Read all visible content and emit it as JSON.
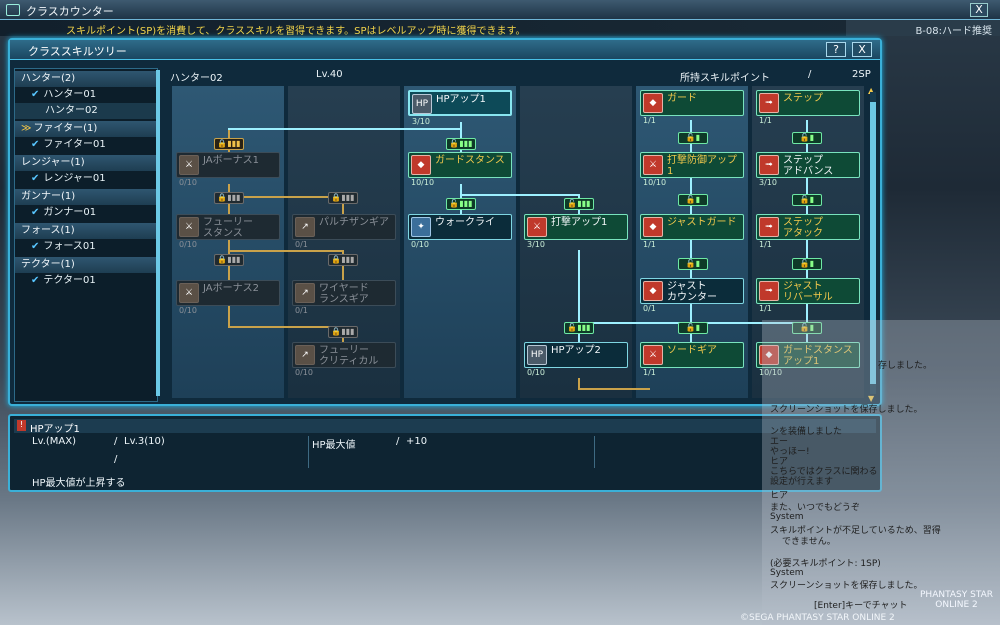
{
  "topbar": {
    "title": "クラスカウンター",
    "close": "X"
  },
  "notice": {
    "message": "スキルポイント(SP)を消費して、クラススキルを習得できます。SPはレベルアップ時に獲得できます。",
    "area": "B-08:ハード推奨"
  },
  "panel": {
    "title": "クラススキルツリー",
    "help": "?",
    "close": "X"
  },
  "categories": [
    {
      "label": "ハンター(2)"
    },
    {
      "label": "ハンター01"
    },
    {
      "label": "ハンター02"
    },
    {
      "label": "ファイター(1)"
    },
    {
      "label": "ファイター01"
    },
    {
      "label": "レンジャー(1)"
    },
    {
      "label": "レンジャー01"
    },
    {
      "label": "ガンナー(1)"
    },
    {
      "label": "ガンナー01"
    },
    {
      "label": "フォース(1)"
    },
    {
      "label": "フォース01"
    },
    {
      "label": "テクター(1)"
    },
    {
      "label": "テクター01"
    }
  ],
  "header": {
    "tree_name": "ハンター02",
    "level": "Lv.40",
    "sp_label": "所持スキルポイント",
    "sp_sep": "/",
    "sp_value": "2SP"
  },
  "nodes": {
    "ja1": {
      "name": "JAボーナス1",
      "lv": "0/10"
    },
    "fury_stance": {
      "name": "フューリー\nスタンス",
      "lv": "0/10"
    },
    "ja2": {
      "name": "JAボーナス2",
      "lv": "0/10"
    },
    "partisan": {
      "name": "パルチザンギア",
      "lv": "0/1"
    },
    "wired": {
      "name": "ワイヤード\nランスギア",
      "lv": "0/1"
    },
    "fury_crit": {
      "name": "フューリー\nクリティカル",
      "lv": "0/10"
    },
    "hp1": {
      "name": "HPアップ1",
      "lv": "3/10"
    },
    "guard_stance": {
      "name": "ガードスタンス",
      "lv": "10/10"
    },
    "war_cry": {
      "name": "ウォークライ",
      "lv": "0/10"
    },
    "atk_up1": {
      "name": "打撃アップ1",
      "lv": "3/10"
    },
    "hp2": {
      "name": "HPアップ2",
      "lv": "0/10"
    },
    "guard": {
      "name": "ガード",
      "lv": "1/1"
    },
    "atk_def": {
      "name": "打撃防御アップ1",
      "lv": "10/10"
    },
    "just_guard": {
      "name": "ジャストガード",
      "lv": "1/1"
    },
    "just_counter": {
      "name": "ジャスト\nカウンター",
      "lv": "0/1"
    },
    "sword_gear": {
      "name": "ソードギア",
      "lv": "1/1"
    },
    "step": {
      "name": "ステップ",
      "lv": "1/1"
    },
    "step_adv": {
      "name": "ステップ\nアドバンス",
      "lv": "3/10"
    },
    "step_atk": {
      "name": "ステップ\nアタック",
      "lv": "1/1"
    },
    "just_rev": {
      "name": "ジャスト\nリバーサル",
      "lv": "1/1"
    },
    "gs_up": {
      "name": "ガードスタンス\nアップ1",
      "lv": "10/10"
    }
  },
  "detail": {
    "title": "HPアップ1",
    "lv_label": "Lv.(MAX)",
    "lv_value": "Lv.3(10)",
    "sep": "/",
    "stat_label": "HP最大値",
    "stat_value": "+10",
    "desc": "HP最大値が上昇する"
  },
  "chat": [
    "存しました。",
    "スクリーンショットを保存しました。",
    "ンを装備しました",
    "エー",
    "やっほー!",
    "ヒア",
    "こちらではクラスに関わる",
    "設定が行えます",
    "ヒア",
    "また、いつでもどうぞ",
    "System",
    "スキルポイントが不足しているため、習得",
    "できません。",
    "(必要スキルポイント: 1SP)",
    "System",
    "スクリーンショットを保存しました。",
    "[Enter]キーでチャット"
  ],
  "logo": {
    "line1": "PHANTASY STAR",
    "line2": "ONLINE 2"
  },
  "copyright": "©SEGA PHANTASY STAR ONLINE 2"
}
